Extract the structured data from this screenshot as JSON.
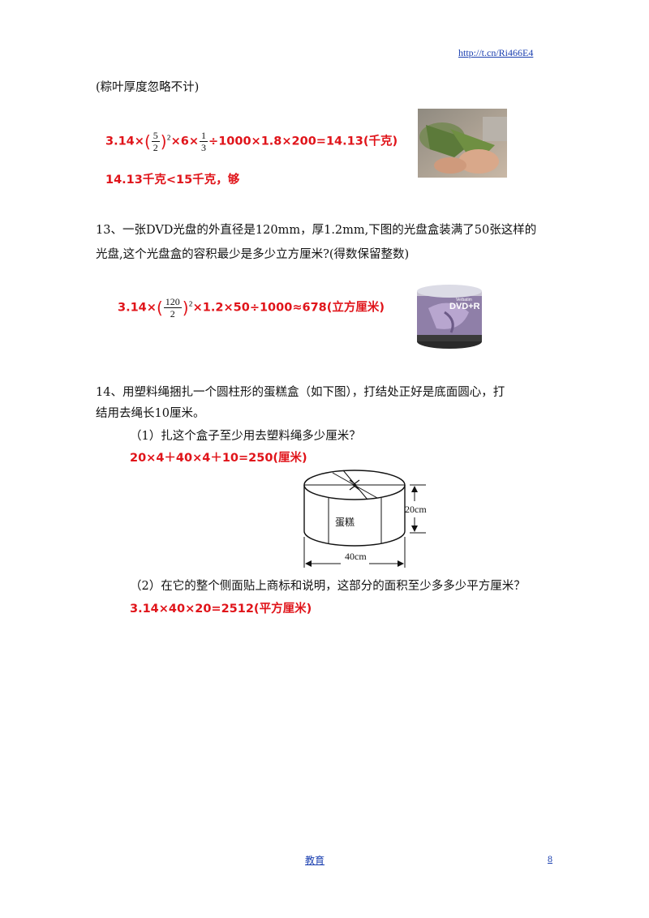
{
  "header": {
    "link": "http://t.cn/Ri466E4"
  },
  "q12": {
    "note": "(粽叶厚度忽略不计)",
    "formula_prefix": "3.14×",
    "frac1_num": "5",
    "frac1_den": "2",
    "power": "2",
    "times6": "×6×",
    "frac2_num": "1",
    "frac2_den": "3",
    "formula_suffix": "÷1000×1.8×200=14.13(千克)",
    "conclusion": "14.13千克<15千克，够"
  },
  "q13": {
    "line1": "13、一张DVD光盘的外直径是120mm，厚1.2mm,下图的光盘盒装满了50张这样的",
    "line2": "光盘,这个光盘盒的容积最少是多少立方厘米?(得数保留整数)",
    "formula_prefix": "3.14×",
    "frac_num": "120",
    "frac_den": "2",
    "power": "2",
    "formula_suffix": "×1.2×50÷1000≈678(立方厘米)",
    "dvd_label": "DVD+R",
    "dvd_brand": "Verbatim"
  },
  "q14": {
    "line1": "14、用塑料绳捆扎一个圆柱形的蛋糕盒（如下图），打结处正好是底面圆心，打",
    "line2": "结用去绳长10厘米。",
    "sub1": "（1）扎这个盒子至少用去塑料绳多少厘米？",
    "ans1": "20×4＋40×4＋10=250(厘米)",
    "cake_label": "蛋糕",
    "height_label": "20cm",
    "width_label": "40cm",
    "sub2": "（2）在它的整个侧面贴上商标和说明，这部分的面积至少多多少平方厘米？",
    "ans2": "3.14×40×20=2512(平方厘米)"
  },
  "footer": {
    "center": "教育",
    "page": "8"
  }
}
